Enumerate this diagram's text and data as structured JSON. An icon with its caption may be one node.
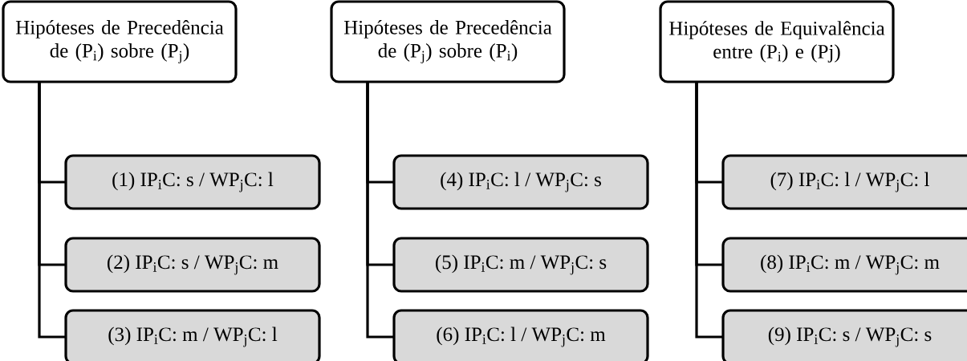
{
  "diagram": {
    "nodes": [
      {
        "text": [
          "Hipóteses de Precedência de (P$_{i}$) sobre (P$_{j}$)"
        ]
      },
      {
        "text": [
          "(1) IP$_{i}$C: s / WP$_{j}$C: l"
        ]
      },
      {
        "text": [
          "(2) IP$_{i}$C: s / WP$_{j}$C: m"
        ]
      },
      {
        "text": [
          "(3) IP$_{i}$C: m / WP$_{j}$C: l"
        ]
      },
      {
        "text": [
          "Hipóteses de Precedência de (P$_{j}$) sobre (P$_{i}$)"
        ]
      },
      {
        "text": [
          "(4) IP$_{i}$C: l / WP$_{j}$C: s"
        ]
      },
      {
        "text": [
          "(5) IP$_{i}$C: m / WP$_{j}$C: s"
        ]
      },
      {
        "text": [
          "(6) IP$_{i}$C: l / WP$_{j}$C: m"
        ]
      },
      {
        "text": [
          "Hipóteses de Equivalência entre (P$_{i}$) e (Pj)"
        ]
      },
      {
        "text": [
          "(7) IP$_{i}$C: l / WP$_{j}$C: l"
        ]
      },
      {
        "text": [
          "(8) IP$_{i}$C: m / WP$_{j}$C: m"
        ]
      },
      {
        "text": [
          "(9) IP$_{i}$C: s / WP$_{j}$C: s"
        ]
      }
    ],
    "edges": [
      {
        "from": 0,
        "to": 1,
        "arrow": "none"
      },
      {
        "from": 0,
        "to": 2,
        "arrow": "none"
      },
      {
        "from": 0,
        "to": 3,
        "arrow": "none"
      },
      {
        "from": 4,
        "to": 5,
        "arrow": "none"
      },
      {
        "from": 4,
        "to": 6,
        "arrow": "none"
      },
      {
        "from": 4,
        "to": 7,
        "arrow": "none"
      },
      {
        "from": 8,
        "to": 9,
        "arrow": "none"
      },
      {
        "from": 8,
        "to": 10,
        "arrow": "none"
      },
      {
        "from": 8,
        "to": 11,
        "arrow": "none"
      }
    ]
  }
}
